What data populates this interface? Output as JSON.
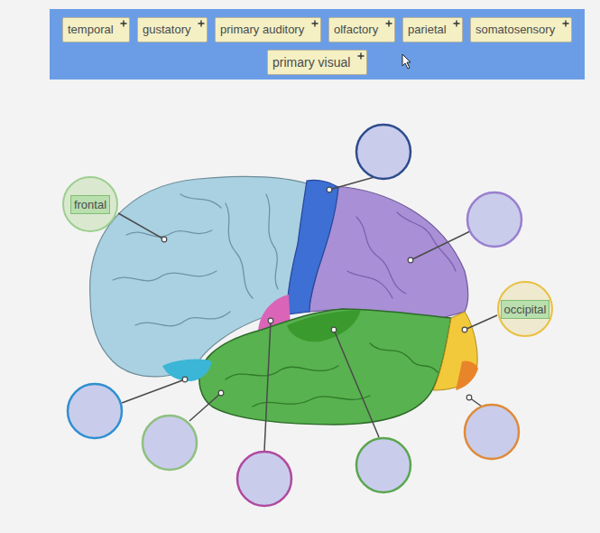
{
  "diagram": {
    "nodes": [
      {
        "text": [
          "temporal"
        ]
      },
      {
        "text": [
          "gustatory"
        ]
      },
      {
        "text": [
          "primary auditory"
        ]
      },
      {
        "text": [
          "olfactory"
        ]
      },
      {
        "text": [
          "parietal"
        ]
      },
      {
        "text": [
          "somatosensory"
        ]
      },
      {
        "text": [
          "primary visual"
        ]
      },
      {
        "text": [
          "frontal"
        ]
      },
      {
        "text": [
          "occipital"
        ]
      }
    ]
  }
}
